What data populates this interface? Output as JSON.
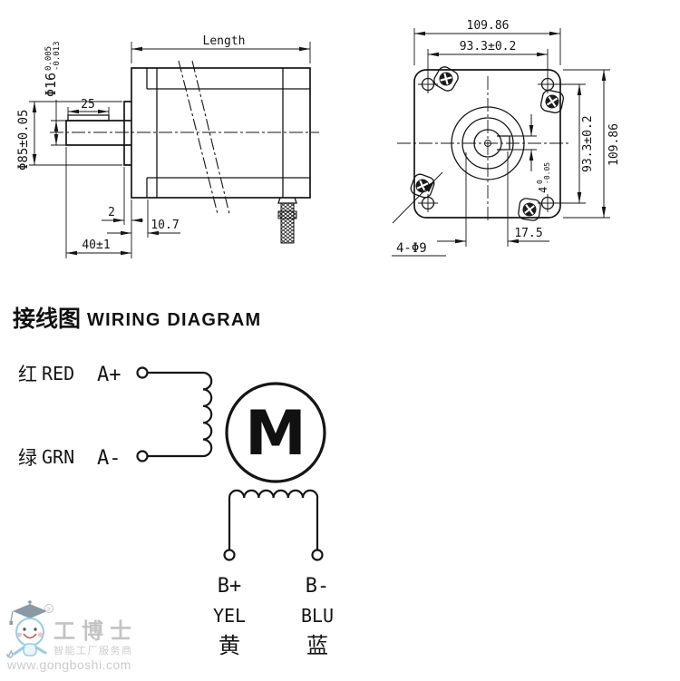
{
  "side": {
    "length": "Length",
    "key_length": "25",
    "shaft_dia": "Φ16",
    "shaft_tol_up": "0.005",
    "shaft_tol_dn": "-0.013",
    "flange_dia": "Φ85±0.05",
    "boss_thickness": "2",
    "flange_depth": "10.7",
    "shaft_extension": "40±1"
  },
  "front": {
    "overall_width": "109.86",
    "hole_spacing_w": "93.3±0.2",
    "hole_spacing_h": "93.3±0.2",
    "overall_height": "109.86",
    "key_width": "4",
    "key_tol_up": "0",
    "key_tol_dn": "-0.05",
    "shaft_offset": "17.5",
    "mount_holes": "4-Φ9"
  },
  "wiring": {
    "heading_cn": "接线图",
    "heading_en": "WIRING DIAGRAM",
    "motor": "M",
    "a_plus": {
      "color_cn": "红",
      "color_en": "RED",
      "pin": "A+"
    },
    "a_minus": {
      "color_cn": "绿",
      "color_en": "GRN",
      "pin": "A-"
    },
    "b_plus": {
      "pin": "B+",
      "color_en": "YEL",
      "color_cn": "黄"
    },
    "b_minus": {
      "pin": "B-",
      "color_en": "BLU",
      "color_cn": "蓝"
    }
  },
  "watermark": {
    "reg": "®",
    "brand": "工博士",
    "tagline": "智能工厂服务商",
    "url": "www.gongboshi.com"
  },
  "colors": {
    "ink": "#151515",
    "watermark_gray": "#c2c2c2",
    "mascot_blue": "#8ec7e2",
    "mascot_cap": "#7e8f9c"
  }
}
